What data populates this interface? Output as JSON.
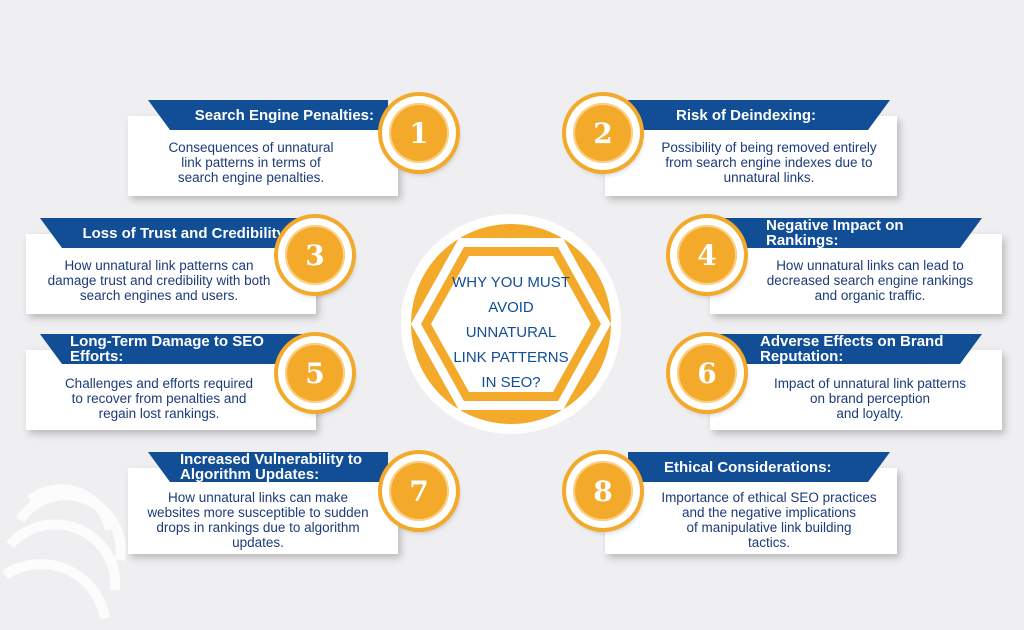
{
  "center": {
    "title": [
      "WHY YOU MUST",
      "AVOID UNNATURAL",
      "LINK PATTERNS",
      "IN SEO?"
    ]
  },
  "colors": {
    "navy": "#114e95",
    "orange": "#f3a92a",
    "text_blue": "#1d3b7a",
    "background": "#efeef0"
  },
  "items": [
    {
      "number": "1",
      "title": [
        "Search Engine Penalties:"
      ],
      "description": [
        "Consequences of unnatural",
        "link patterns in terms of",
        "search engine penalties."
      ]
    },
    {
      "number": "2",
      "title": [
        "Risk of Deindexing:"
      ],
      "description": [
        "Possibility of being removed entirely",
        "from search engine indexes due to",
        "unnatural links."
      ]
    },
    {
      "number": "3",
      "title": [
        "Loss of Trust and Credibility:"
      ],
      "description": [
        "How unnatural link patterns can",
        "damage trust and credibility with both",
        "search engines and users."
      ]
    },
    {
      "number": "4",
      "title": [
        "Negative Impact on",
        "Rankings:"
      ],
      "description": [
        "How unnatural links can lead to",
        "decreased search engine rankings",
        "and organic traffic."
      ]
    },
    {
      "number": "5",
      "title": [
        "Long-Term Damage to SEO",
        "Efforts:"
      ],
      "description": [
        "Challenges and efforts required",
        "to recover from penalties and",
        "regain lost rankings."
      ]
    },
    {
      "number": "6",
      "title": [
        "Adverse Effects on Brand",
        "Reputation:"
      ],
      "description": [
        "Impact of unnatural link patterns",
        "on brand perception",
        "and loyalty."
      ]
    },
    {
      "number": "7",
      "title": [
        "Increased Vulnerability to",
        "Algorithm Updates:"
      ],
      "description": [
        "How unnatural links can make",
        "websites more susceptible to sudden",
        "drops in rankings due to algorithm",
        "updates."
      ]
    },
    {
      "number": "8",
      "title": [
        "Ethical Considerations:"
      ],
      "description": [
        "Importance of ethical SEO practices",
        "and the negative implications",
        "of manipulative link building",
        "tactics."
      ]
    }
  ]
}
